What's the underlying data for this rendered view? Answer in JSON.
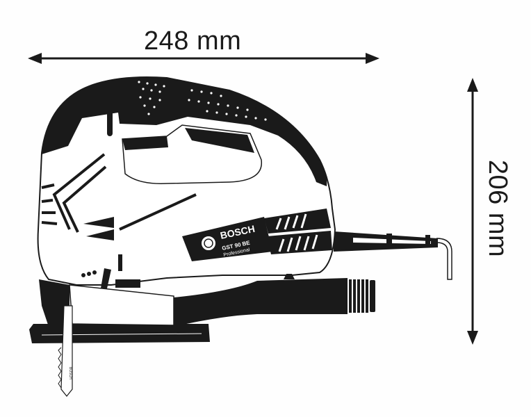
{
  "drawing": {
    "subject": "jigsaw",
    "brand": "BOSCH",
    "model": "GST 90 BE",
    "line": "Professional",
    "blade_label": "BOSCH"
  },
  "dimensions": {
    "width": {
      "label": "248 mm",
      "value": 248,
      "unit": "mm",
      "orientation": "horizontal"
    },
    "height": {
      "label": "206 mm",
      "value": 206,
      "unit": "mm",
      "orientation": "vertical"
    }
  },
  "colors": {
    "ink": "#1a1a1a",
    "background": "#fefefe"
  }
}
